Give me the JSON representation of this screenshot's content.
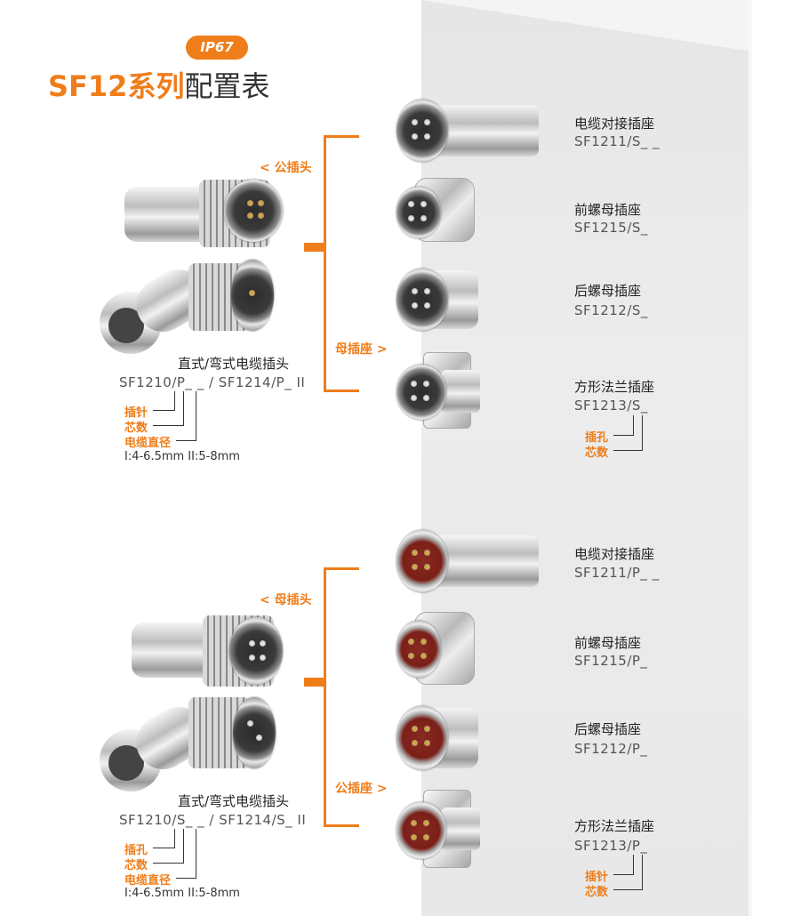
{
  "header": {
    "badge": "IP67",
    "title_orange": "SF12系列",
    "title_dark": "配置表"
  },
  "colors": {
    "accent": "#ef7d1a",
    "panel": "#e8e8e8",
    "text": "#333333"
  },
  "section1": {
    "left_label": "< 公插头",
    "right_label": "母插座 >",
    "plug_name": "直式/弯式电缆插头",
    "plug_code": "SF1210/P_ _ / SF1214/P_ II",
    "plug_legend": [
      "插针",
      "芯数",
      "电缆直径"
    ],
    "plug_spec": "I:4-6.5mm II:5-8mm",
    "products": [
      {
        "name": "电缆对接插座",
        "code": "SF1211/S_ _"
      },
      {
        "name": "前螺母插座",
        "code": "SF1215/S_"
      },
      {
        "name": "后螺母插座",
        "code": "SF1212/S_"
      },
      {
        "name": "方形法兰插座",
        "code": "SF1213/S_"
      }
    ],
    "socket_legend": [
      "插孔",
      "芯数"
    ]
  },
  "section2": {
    "left_label": "< 母插头",
    "right_label": "公插座 >",
    "plug_name": "直式/弯式电缆插头",
    "plug_code": "SF1210/S_ _ / SF1214/S_ II",
    "plug_legend": [
      "插孔",
      "芯数",
      "电缆直径"
    ],
    "plug_spec": "I:4-6.5mm II:5-8mm",
    "products": [
      {
        "name": "电缆对接插座",
        "code": "SF1211/P_ _"
      },
      {
        "name": "前螺母插座",
        "code": "SF1215/P_"
      },
      {
        "name": "后螺母插座",
        "code": "SF1212/P_"
      },
      {
        "name": "方形法兰插座",
        "code": "SF1213/P_"
      }
    ],
    "socket_legend": [
      "插针",
      "芯数"
    ]
  }
}
